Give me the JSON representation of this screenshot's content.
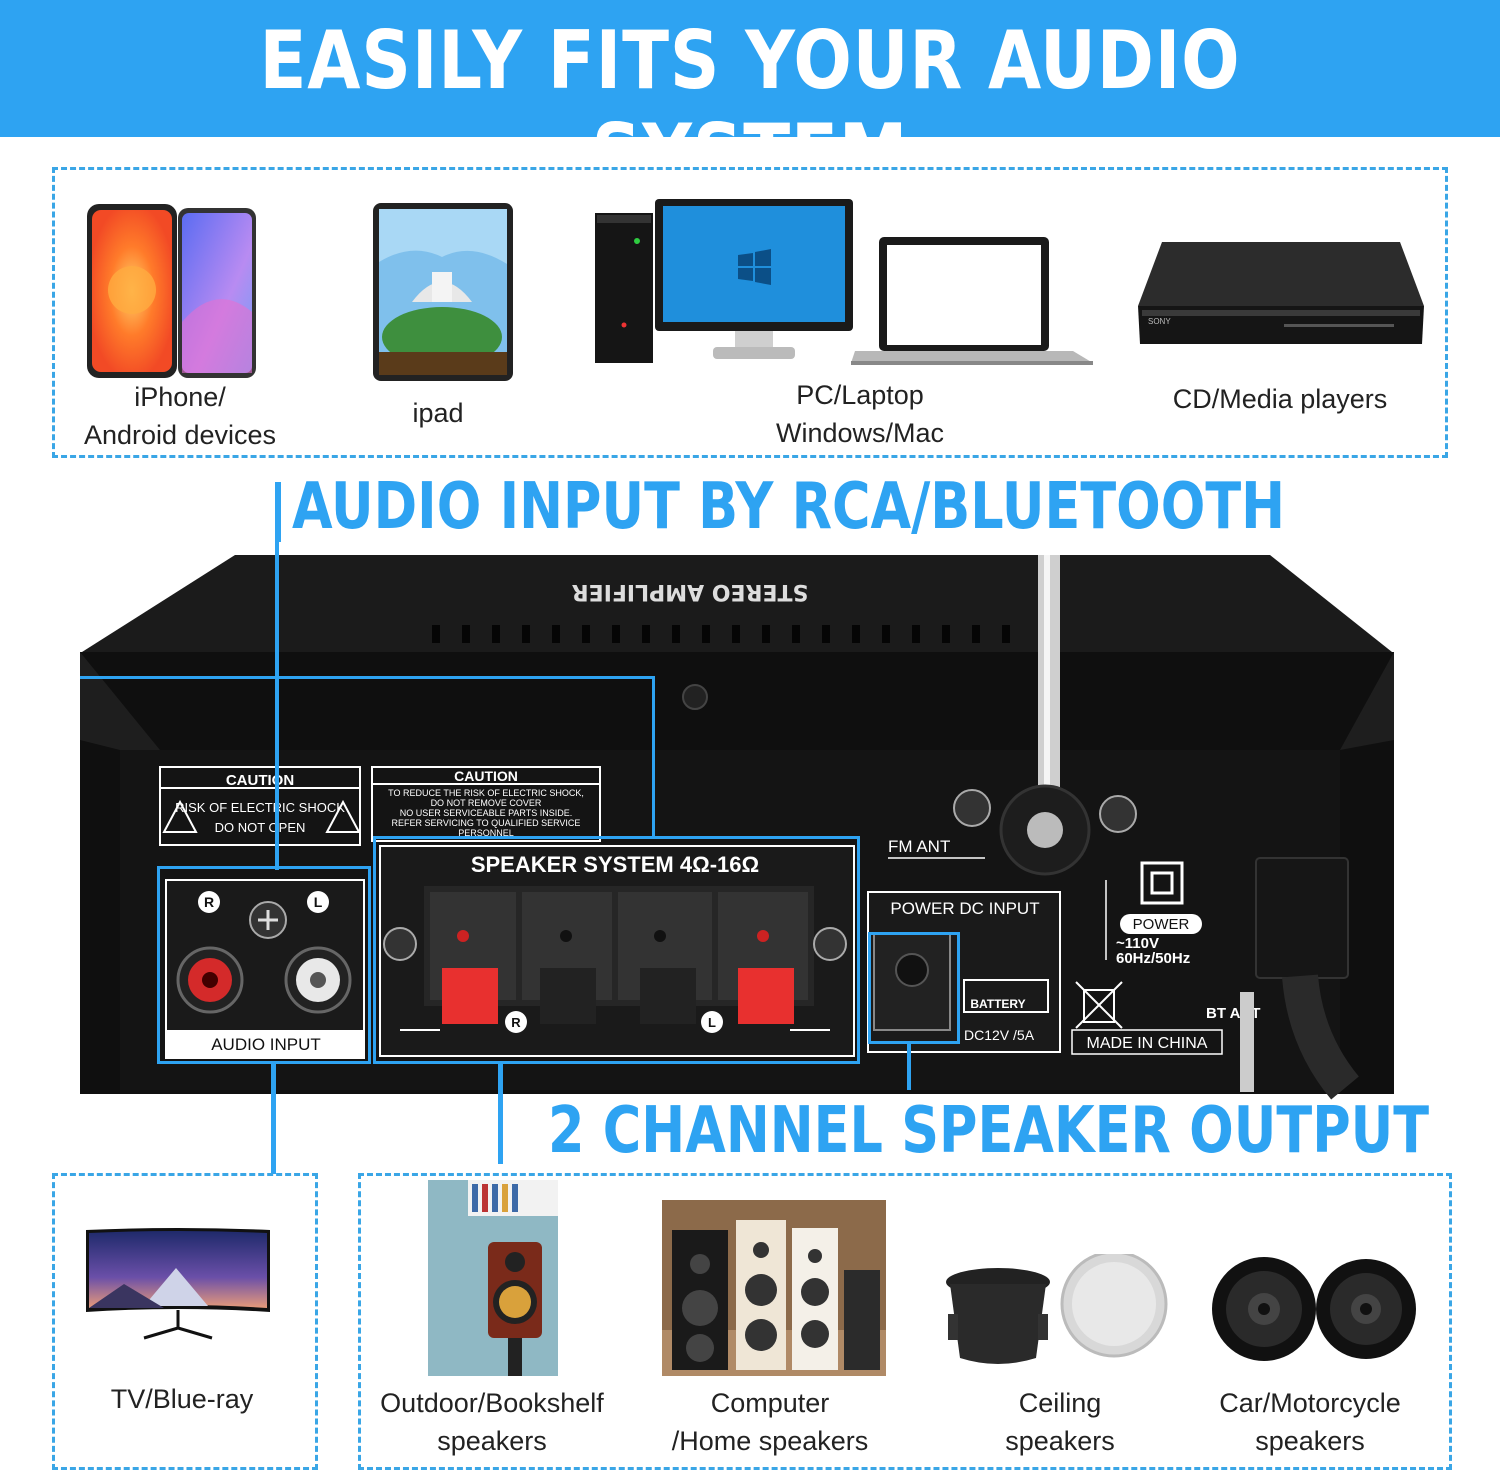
{
  "banner": {
    "title": "EASILY FITS YOUR AUDIO SYSTEM"
  },
  "sources": [
    {
      "label_line1": "iPhone/",
      "label_line2": "Android devices",
      "icon": "phones-icon"
    },
    {
      "label_line1": "ipad",
      "label_line2": "",
      "icon": "tablet-icon"
    },
    {
      "label_line1": "PC/Laptop",
      "label_line2": "Windows/Mac",
      "icon": "computer-icon"
    },
    {
      "label_line1": "CD/Media players",
      "label_line2": "",
      "icon": "media-player-icon"
    }
  ],
  "input_heading": "AUDIO INPUT BY RCA/BLUETOOTH",
  "output_heading": "2 CHANNEL SPEAKER OUTPUT",
  "amplifier": {
    "top_text": "STEREO AMPLIFIER",
    "caution_left_title": "CAUTION",
    "caution_left_line1": "RISK OF ELECTRIC SHOCK",
    "caution_left_line2": "DO NOT OPEN",
    "caution_right_title": "CAUTION",
    "caution_right_lines": [
      "TO REDUCE THE RISK OF ELECTRIC SHOCK,",
      "DO NOT REMOVE COVER",
      "NO USER SERVICEABLE PARTS INSIDE.",
      "REFER SERVICING TO QUALIFIED SERVICE",
      "PERSONNEL"
    ],
    "rca_r": "R",
    "rca_l": "L",
    "audio_input_label": "AUDIO INPUT",
    "speaker_system_label": "SPEAKER SYSTEM 4Ω-16Ω",
    "terminal_r": "R",
    "terminal_l": "L",
    "fm_ant_label": "FM ANT",
    "power_dc_label": "POWER DC INPUT",
    "battery_label": "BATTERY",
    "dc_spec": "DC12V /5A",
    "power_label": "POWER",
    "power_spec_1": "~110V",
    "power_spec_2": "60Hz/50Hz",
    "bt_ant_label": "BT ANT",
    "made_in": "MADE IN CHINA"
  },
  "outputs": [
    {
      "label_line1": "TV/Blue-ray",
      "label_line2": "",
      "icon": "tv-icon"
    },
    {
      "label_line1": "Outdoor/Bookshelf",
      "label_line2": "speakers",
      "icon": "bookshelf-speaker-icon"
    },
    {
      "label_line1": "Computer",
      "label_line2": "/Home speakers",
      "icon": "home-speakers-icon"
    },
    {
      "label_line1": "Ceiling",
      "label_line2": "speakers",
      "icon": "ceiling-speakers-icon"
    },
    {
      "label_line1": "Car/Motorcycle",
      "label_line2": "speakers",
      "icon": "car-speakers-icon"
    }
  ],
  "colors": {
    "accent": "#2ea3f2",
    "box_border": "#3aa6e6",
    "amplifier_body": "#111111",
    "rca_red": "#d42a2a",
    "terminal_red": "#e8302f"
  }
}
